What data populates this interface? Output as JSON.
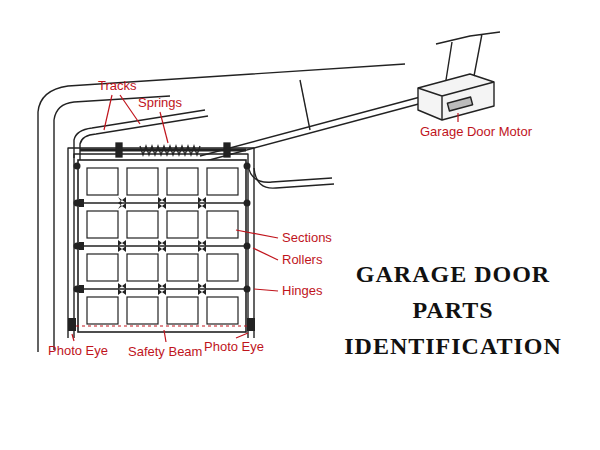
{
  "diagram": {
    "title": "GARAGE DOOR PARTS IDENTIFICATION",
    "labels": [
      "Tracks",
      "Springs",
      "Garage Door Motor",
      "Sections",
      "Rollers",
      "Hinges",
      "Photo Eye",
      "Safety Beam",
      "Photo Eye"
    ]
  }
}
